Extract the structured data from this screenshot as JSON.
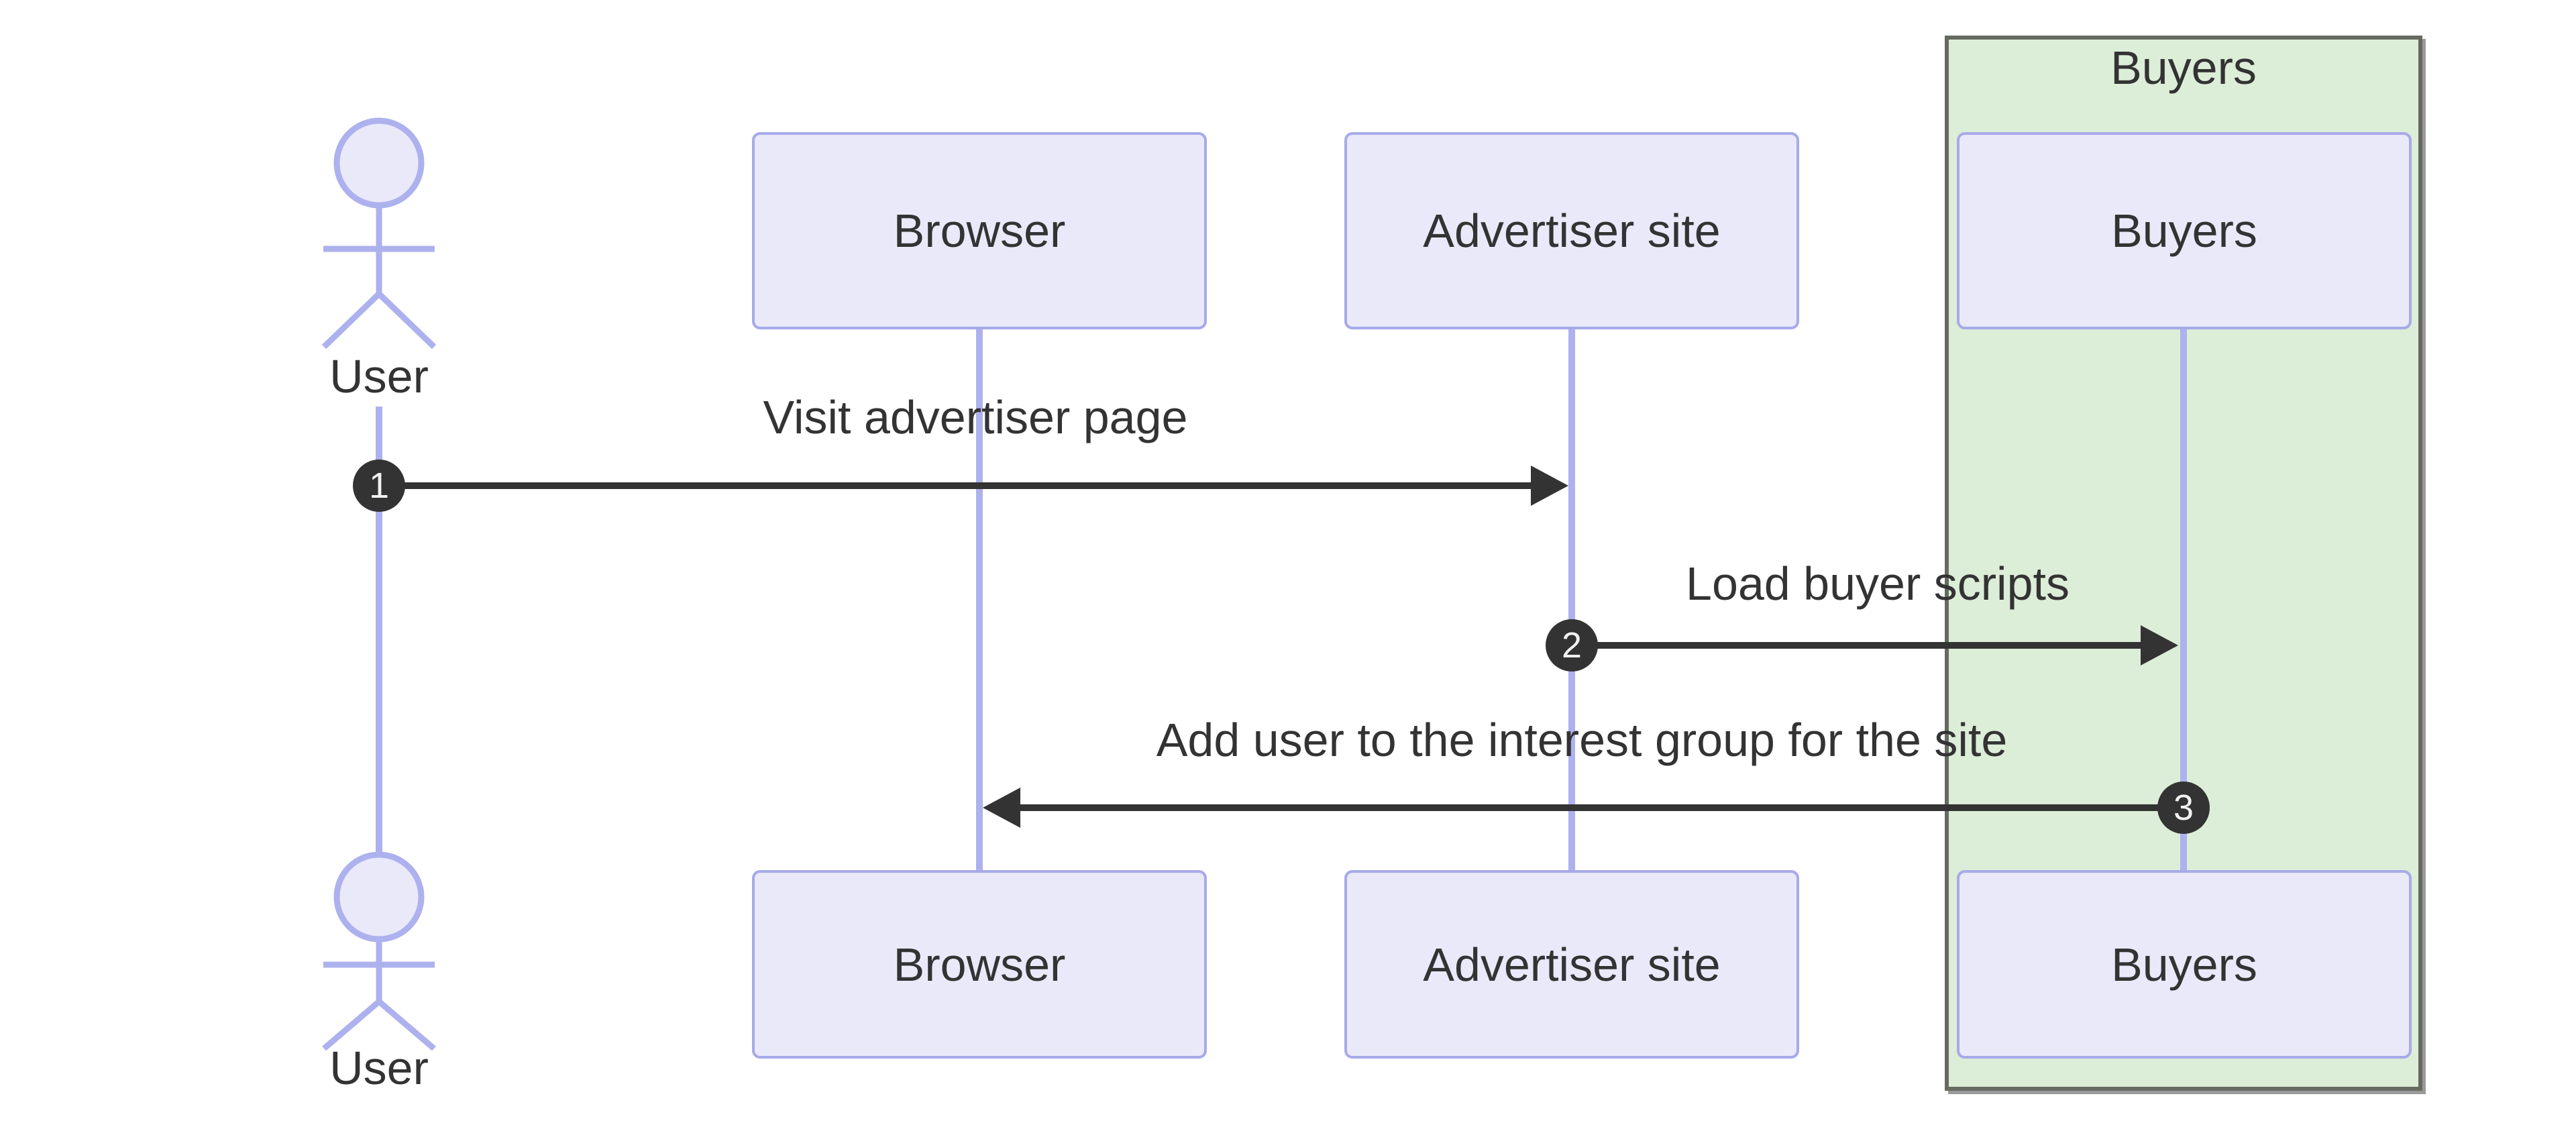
{
  "diagram": {
    "type": "sequence-diagram",
    "group": {
      "label": "Buyers",
      "fill": "#DCEDD8",
      "border_color": "#666a62"
    },
    "participants": [
      {
        "id": "user",
        "label": "User",
        "kind": "actor"
      },
      {
        "id": "browser",
        "label": "Browser",
        "kind": "participant"
      },
      {
        "id": "advertiser-site",
        "label": "Advertiser site",
        "kind": "participant"
      },
      {
        "id": "buyers",
        "label": "Buyers",
        "kind": "participant",
        "group": "Buyers"
      }
    ],
    "messages": [
      {
        "seq": "1",
        "label": "Visit advertiser page",
        "from": "User",
        "to": "Advertiser site"
      },
      {
        "seq": "2",
        "label": "Load buyer scripts",
        "from": "Advertiser site",
        "to": "Buyers"
      },
      {
        "seq": "3",
        "label": "Add user to the interest group for the site",
        "from": "Buyers",
        "to": "Browser"
      }
    ],
    "colors": {
      "participant_fill": "#E9E9FA",
      "participant_border": "#A7AAE8",
      "lifeline": "#ADB1EE",
      "arrow": "#333333",
      "text": "#333333",
      "seq_badge_fill": "#333333",
      "seq_badge_text": "#F2F2F2",
      "background": "#ffffff"
    }
  }
}
